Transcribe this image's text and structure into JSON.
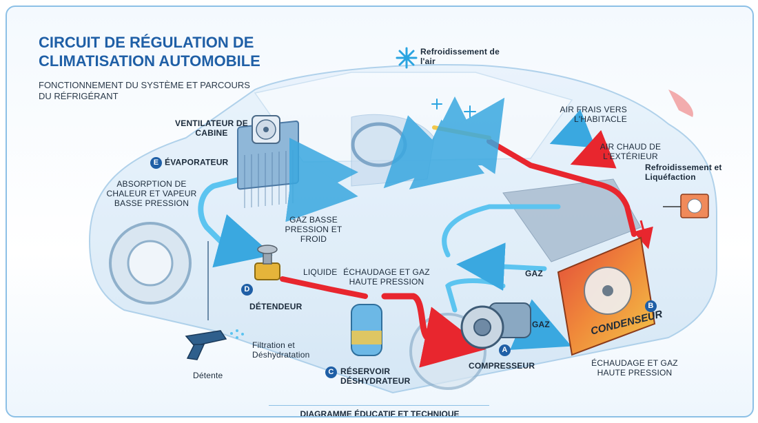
{
  "title": "CIRCUIT DE RÉGULATION DE CLIMATISATION AUTOMOBILE",
  "subtitle": "FONCTIONNEMENT DU SYSTÈME ET PARCOURS DU RÉFRIGÉRANT",
  "footer": "DIAGRAMME ÉDUCATIF ET TECHNIQUE",
  "colors": {
    "title": "#1f5fa6",
    "cold_line": "#5cc4f0",
    "hot_line": "#e8262e",
    "condenser_hot": "#e24a3a",
    "condenser_cool": "#f2c84b",
    "evaporator": "#8fb7d8",
    "car_outline": "#b8d4ea"
  },
  "labels": {
    "ventilateur": "VENTILATEUR DE CABINE",
    "evaporateur_badge": "E",
    "evaporateur": "ÉVAPORATEUR",
    "absorption": "ABSORPTION DE CHALEUR ET VAPEUR BASSE PRESSION",
    "gaz_basse": "GAZ BASSE PRESSION ET FROID",
    "detendeur_badge": "D",
    "detendeur": "DÉTENDEUR",
    "liquide": "LIQUIDE",
    "echaudage_top": "ÉCHAUDAGE ET GAZ HAUTE PRESSION",
    "refroidissement_air": "Refroidissement de l'air",
    "air_frais": "AIR FRAIS VERS L'HABITACLE",
    "air_chaud": "AIR CHAUD DE L'EXTÉRIEUR",
    "refroidissement_liq": "Refroidissement et Liquéfaction",
    "gaz_1": "GAZ",
    "gaz_2": "GAZ",
    "condenseur_badge": "B",
    "condenseur": "CONDENSEUR",
    "compresseur_badge": "A",
    "compresseur": "COMPRESSEUR",
    "echaudage_bottom": "ÉCHAUDAGE ET GAZ HAUTE PRESSION",
    "reservoir_badge": "C",
    "reservoir": "RÉSERVOIR DÉSHYDRATEUR",
    "filtration": "Filtration et Déshydratation",
    "detente": "Détente"
  }
}
